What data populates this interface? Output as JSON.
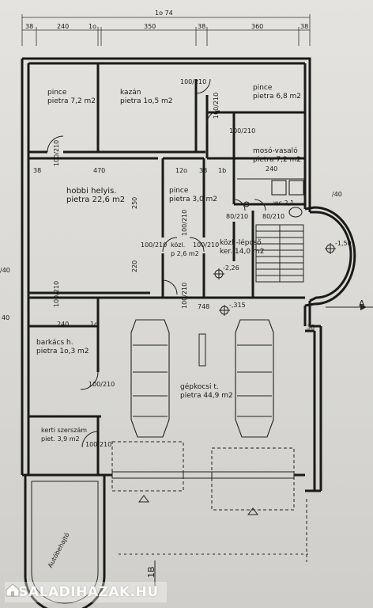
{
  "dimensions": {
    "total": "1o 74",
    "top_segments": [
      "38",
      "240",
      "1o",
      "350",
      "38",
      "360",
      "38"
    ],
    "mid_row": [
      "38",
      "470",
      "12o",
      "38",
      "1b",
      "240"
    ],
    "left_vertical": [
      "250",
      "220"
    ],
    "garage_width": "748",
    "garage_left_row": [
      "240",
      "1o"
    ],
    "garage_right": "38",
    "left_edge": [
      "/40",
      "40"
    ],
    "right_edge": [
      "/40"
    ],
    "section_marker": "A",
    "bottom_marker": "1B"
  },
  "rooms": [
    {
      "name": "pince",
      "area": "pietra 7,2 m2"
    },
    {
      "name": "kazán",
      "area": "pietra 1o,5 m2"
    },
    {
      "name": "pince",
      "area": "pietra 6,8 m2"
    },
    {
      "name": "mosó-vasaló",
      "area": "pietra 7,2 m2"
    },
    {
      "name": "hobbi helyis.",
      "area": "pietra 22,6 m2"
    },
    {
      "name": "pince",
      "area": "pietra 3,0 m2"
    },
    {
      "name": "közl.",
      "area": "p 2,6 m2"
    },
    {
      "name": "közl.-lépcső",
      "area": "ker. 14,0 m2"
    },
    {
      "name": "barkács h.",
      "area": "pietra 1o,3 m2"
    },
    {
      "name": "gépkocsi t.",
      "area": "pietra 44,9 m2"
    },
    {
      "name": "kerti szerszám",
      "area": "piet. 3,9 m2"
    },
    {
      "name": "wc",
      "area": "2,1"
    }
  ],
  "doors": {
    "d1": "100/210",
    "d2": "100/210",
    "d3": "100/210",
    "d4": "100/210",
    "d5": "80/210",
    "d6": "80/210",
    "d7": "100/210",
    "d8": "100/210",
    "d9": "100/210",
    "d10": "100/210",
    "d11": "100/210",
    "d12": "100/210",
    "d13": "100/210"
  },
  "levels": {
    "l1": "-2,26",
    "l2": "-,315",
    "l3": "-1,50"
  },
  "labels": {
    "ramp": "Autóbehajtó"
  },
  "watermark": {
    "text": "CSALADIHAZAK.HU"
  }
}
